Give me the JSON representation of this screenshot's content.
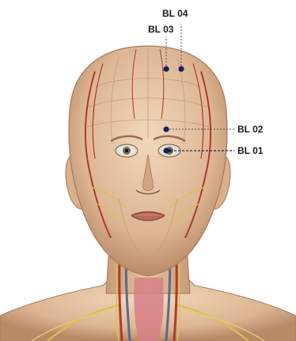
{
  "points": [
    {
      "id": "bl04",
      "label": "BL 04"
    },
    {
      "id": "bl03",
      "label": "BL 03"
    },
    {
      "id": "bl02",
      "label": "BL 02"
    },
    {
      "id": "bl01",
      "label": "BL 01"
    }
  ],
  "colors": {
    "point": "#1c1f5c",
    "skin": "#e8c9a8",
    "skin_shadow": "#c99a78",
    "vessel_red": "#b2382c",
    "vessel_blue": "#5b6a8f",
    "nerve_yellow": "#d8c24a",
    "background": "#ffffff"
  }
}
